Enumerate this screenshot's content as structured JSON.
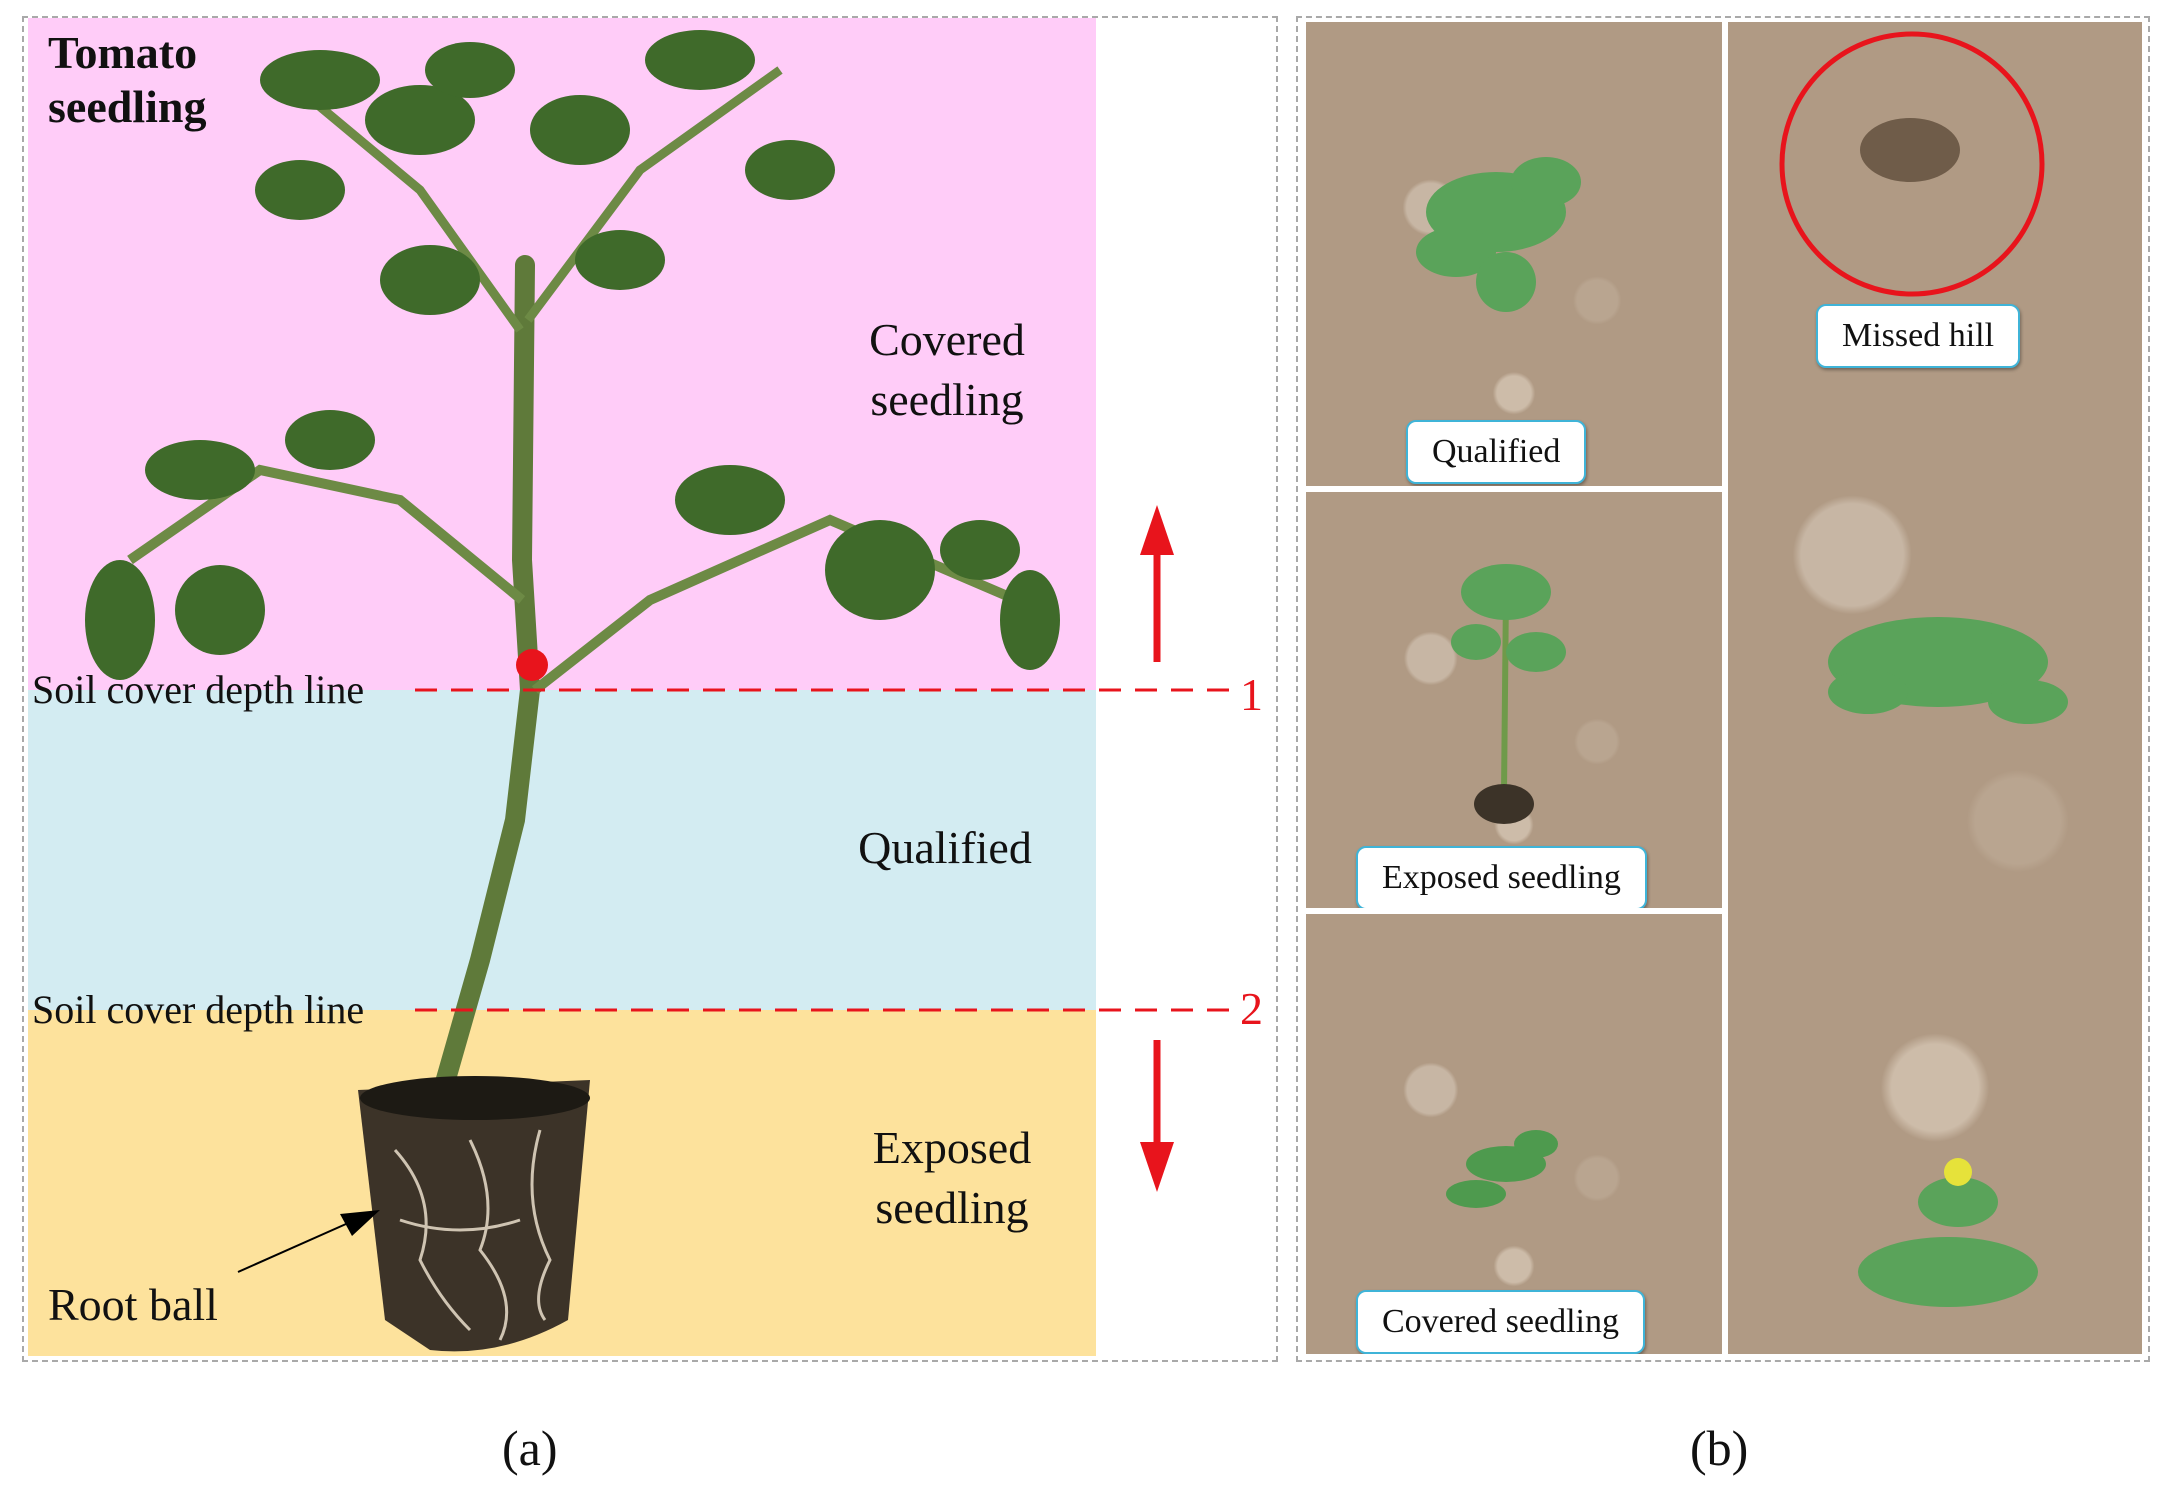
{
  "panel_a": {
    "title": "Tomato\nseedling",
    "zones": {
      "covered": "Covered\nseedling",
      "qualified": "Qualified",
      "exposed": "Exposed\nseedling"
    },
    "depth_line_label": "Soil cover depth line",
    "line_numbers": [
      "1",
      "2"
    ],
    "root_ball_label": "Root ball",
    "sublabel": "(a)",
    "colors": {
      "covered": "#ffccf8",
      "qualified": "#d3ecf2",
      "exposed": "#fde29c",
      "marker": "#e8141c"
    }
  },
  "panel_b": {
    "tags": {
      "qualified": "Qualified",
      "exposed": "Exposed seedling",
      "covered": "Covered seedling",
      "missed": "Missed hill"
    },
    "sublabel": "(b)"
  }
}
